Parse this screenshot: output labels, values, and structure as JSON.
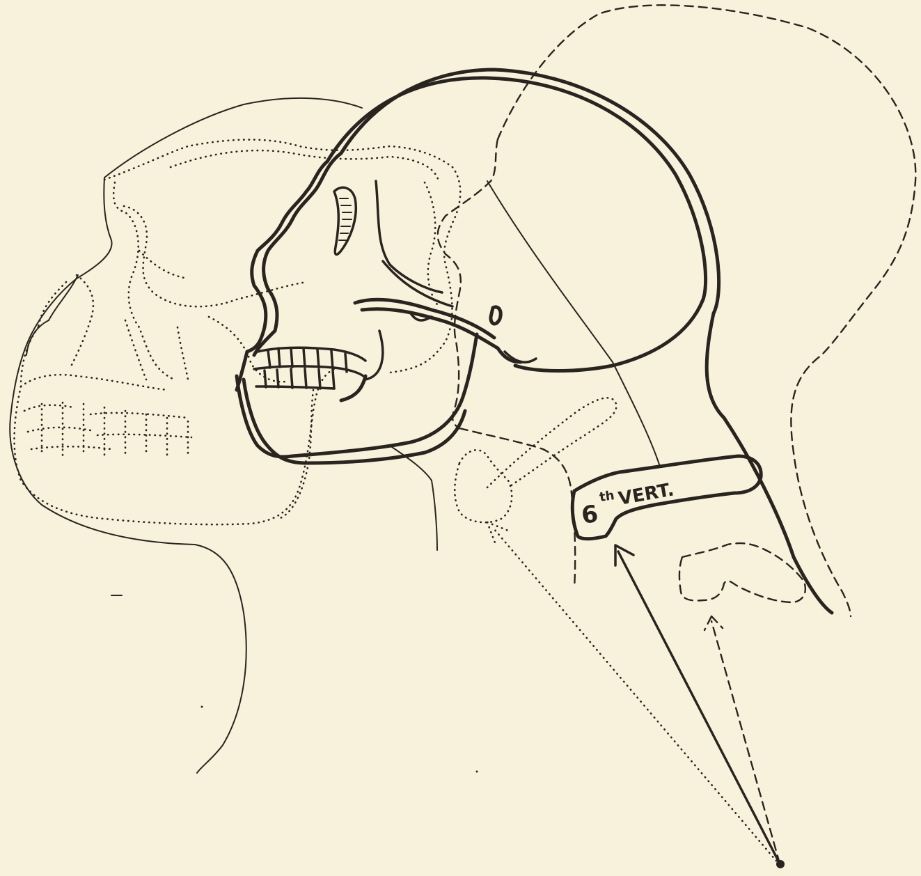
{
  "labels": {
    "vertebra_number": "6",
    "vertebra_superscript": "th",
    "vertebra_word": "VERT."
  },
  "colors": {
    "paper": "#f8f2dc",
    "ink": "#2a2420"
  }
}
